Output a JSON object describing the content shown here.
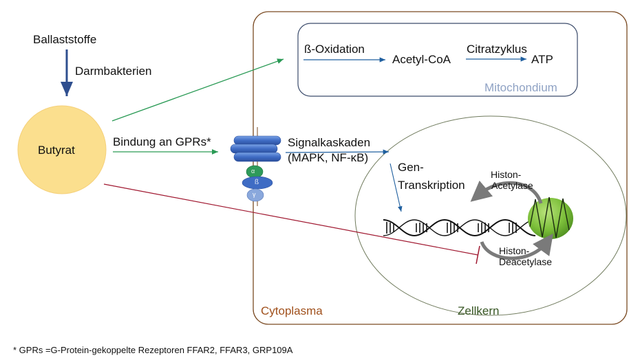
{
  "colors": {
    "cytoplasma_border": "#7a4a22",
    "cytoplasma_label": "#a0501c",
    "mitochondrium_border": "#3a4a6a",
    "mitochondrium_label": "#8fa2c4",
    "nucleus_border": "#6f7a5c",
    "nucleus_label": "#375623",
    "butyrat_fill": "#fbdf8e",
    "arrow_blue": "#1f5f9f",
    "arrow_darkblue": "#2f4f8f",
    "arrow_green": "#2a9a55",
    "inhibit_red": "#a01830",
    "receptor_blue": "#4a78c8",
    "alpha_green": "#2e9a5a",
    "gamma_blue": "#8aa8dc",
    "histone_green": "#7cbf3a",
    "enzyme_arrow_gray": "#7a7a7a"
  },
  "left": {
    "source": "Ballaststoffe",
    "process": "Darmbakterien",
    "molecule": "Butyrat",
    "binding": "Bindung an GPRs*"
  },
  "mitochondrium": {
    "label": "Mitochondium",
    "step1": "ß-Oxidation",
    "intermediate": "Acetyl-CoA",
    "step2": "Citratzyklus",
    "product": "ATP"
  },
  "receptor": {
    "subunits": [
      "α",
      "ß",
      "γ"
    ]
  },
  "signaling": {
    "line1": "Signalkaskaden",
    "line2": "(MAPK, NF-κB)"
  },
  "nucleus": {
    "label": "Zellkern",
    "transcription_line1": "Gen-",
    "transcription_line2": "Transkription",
    "hat_line1": "Histon-",
    "hat_line2": "Acetylase",
    "hdac_line1": "Histon-",
    "hdac_line2": "Deacetylase"
  },
  "cytoplasma": {
    "label": "Cytoplasma"
  },
  "footnote": "* GPRs =G-Protein-gekoppelte Rezeptoren FFAR2, FFAR3, GRP109A"
}
